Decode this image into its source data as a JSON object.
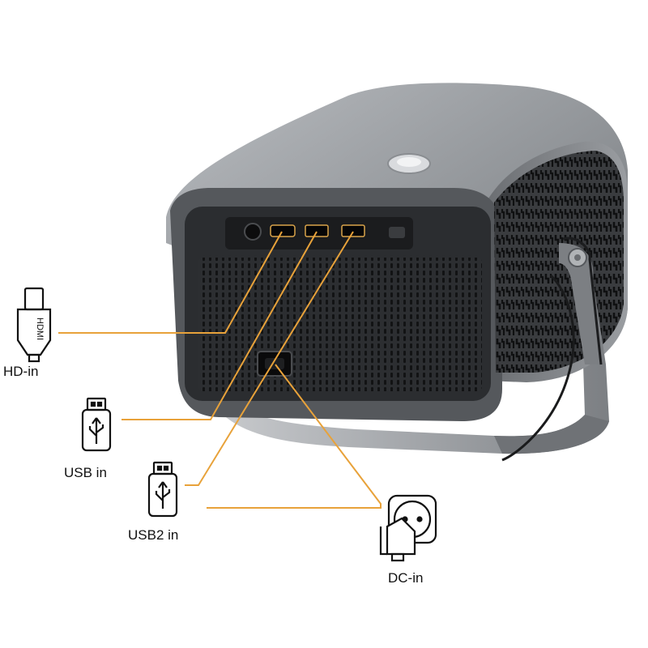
{
  "image": {
    "subject": "Projector rear port panel with stand"
  },
  "ports": [
    {
      "id": "hdmi",
      "label": "HD-in",
      "icon": "hdmi-plug-icon",
      "icon_text": "HDMI"
    },
    {
      "id": "usb1",
      "label": "USB in",
      "icon": "usb-plug-icon"
    },
    {
      "id": "usb2",
      "label": "USB2 in",
      "icon": "usb-plug-icon"
    },
    {
      "id": "dc",
      "label": "DC-in",
      "icon": "power-socket-icon"
    }
  ],
  "colors": {
    "leader_line": "#e8a23a",
    "body": "#8a8d91",
    "panel": "#2b2d30",
    "stand": "#a9acb0"
  }
}
